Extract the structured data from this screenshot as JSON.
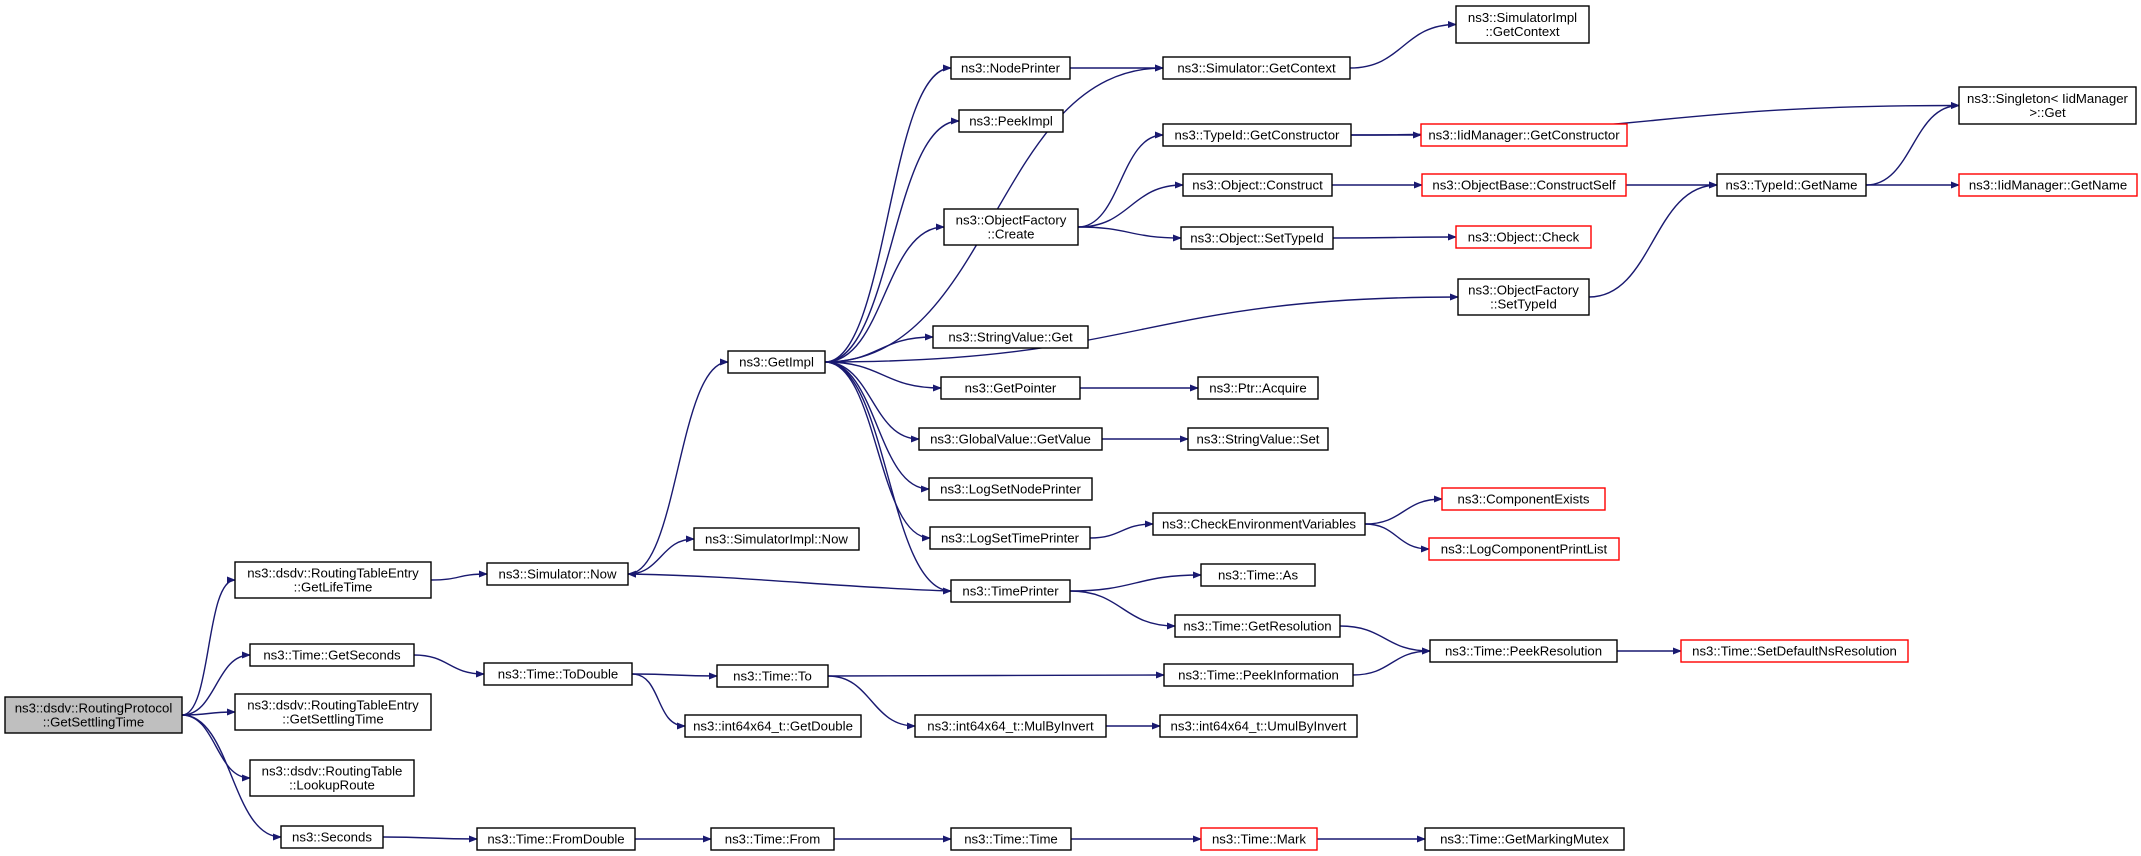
{
  "nodes": {
    "n0": [
      "ns3::dsdv::RoutingProtocol",
      "::GetSettlingTime"
    ],
    "n1": [
      "ns3::dsdv::RoutingTableEntry",
      "::GetLifeTime"
    ],
    "n2": [
      "ns3::Time::GetSeconds"
    ],
    "n3": [
      "ns3::dsdv::RoutingTableEntry",
      "::GetSettlingTime"
    ],
    "n4": [
      "ns3::dsdv::RoutingTable",
      "::LookupRoute"
    ],
    "n5": [
      "ns3::Seconds"
    ],
    "n6": [
      "ns3::Simulator::Now"
    ],
    "n7": [
      "ns3::Time::ToDouble"
    ],
    "n8": [
      "ns3::Time::FromDouble"
    ],
    "n9": [
      "ns3::GetImpl"
    ],
    "n10": [
      "ns3::SimulatorImpl::Now"
    ],
    "n11": [
      "ns3::Time::To"
    ],
    "n12": [
      "ns3::int64x64_t::GetDouble"
    ],
    "n13": [
      "ns3::Time::From"
    ],
    "n14": [
      "ns3::NodePrinter"
    ],
    "n15": [
      "ns3::PeekImpl"
    ],
    "n16": [
      "ns3::ObjectFactory",
      "::Create"
    ],
    "n17": [
      "ns3::StringValue::Get"
    ],
    "n18": [
      "ns3::GetPointer"
    ],
    "n19": [
      "ns3::GlobalValue::GetValue"
    ],
    "n20": [
      "ns3::LogSetNodePrinter"
    ],
    "n21": [
      "ns3::LogSetTimePrinter"
    ],
    "n22": [
      "ns3::TimePrinter"
    ],
    "n23": [
      "ns3::int64x64_t::MulByInvert"
    ],
    "n24": [
      "ns3::Time::Time"
    ],
    "n25": [
      "ns3::Simulator::GetContext"
    ],
    "n26": [
      "ns3::TypeId::GetConstructor"
    ],
    "n27": [
      "ns3::Object::Construct"
    ],
    "n28": [
      "ns3::Object::SetTypeId"
    ],
    "n29": [
      "ns3::ObjectFactory",
      "::SetTypeId"
    ],
    "n30": [
      "ns3::Ptr::Acquire"
    ],
    "n31": [
      "ns3::StringValue::Set"
    ],
    "n32": [
      "ns3::CheckEnvironmentVariables"
    ],
    "n33": [
      "ns3::Time::As"
    ],
    "n34": [
      "ns3::Time::GetResolution"
    ],
    "n35": [
      "ns3::Time::PeekInformation"
    ],
    "n36": [
      "ns3::int64x64_t::UmulByInvert"
    ],
    "n37": [
      "ns3::Time::Mark"
    ],
    "n38": [
      "ns3::SimulatorImpl",
      "::GetContext"
    ],
    "n39": [
      "ns3::IidManager::GetConstructor"
    ],
    "n40": [
      "ns3::ObjectBase::ConstructSelf"
    ],
    "n41": [
      "ns3::Object::Check"
    ],
    "n42": [
      "ns3::ComponentExists"
    ],
    "n43": [
      "ns3::LogComponentPrintList"
    ],
    "n44": [
      "ns3::Time::PeekResolution"
    ],
    "n45": [
      "ns3::Time::GetMarkingMutex"
    ],
    "n46": [
      "ns3::Singleton< IidManager",
      " >::Get"
    ],
    "n47": [
      "ns3::TypeId::GetName"
    ],
    "n48": [
      "ns3::Time::SetDefaultNsResolution"
    ],
    "n49": [
      "ns3::IidManager::GetName"
    ]
  },
  "edges": [
    [
      "n0",
      "n1"
    ],
    [
      "n0",
      "n2"
    ],
    [
      "n0",
      "n3"
    ],
    [
      "n0",
      "n4"
    ],
    [
      "n0",
      "n5"
    ],
    [
      "n1",
      "n6"
    ],
    [
      "n2",
      "n7"
    ],
    [
      "n5",
      "n8"
    ],
    [
      "n6",
      "n9"
    ],
    [
      "n6",
      "n10"
    ],
    [
      "n7",
      "n11"
    ],
    [
      "n7",
      "n12"
    ],
    [
      "n8",
      "n13"
    ],
    [
      "n9",
      "n14"
    ],
    [
      "n9",
      "n15"
    ],
    [
      "n9",
      "n16"
    ],
    [
      "n9",
      "n17"
    ],
    [
      "n9",
      "n18"
    ],
    [
      "n9",
      "n19"
    ],
    [
      "n9",
      "n20"
    ],
    [
      "n9",
      "n21"
    ],
    [
      "n9",
      "n22"
    ],
    [
      "n9",
      "n25"
    ],
    [
      "n9",
      "n29"
    ],
    [
      "n11",
      "n23"
    ],
    [
      "n11",
      "n35"
    ],
    [
      "n13",
      "n24"
    ],
    [
      "n14",
      "n25"
    ],
    [
      "n16",
      "n26"
    ],
    [
      "n16",
      "n27"
    ],
    [
      "n16",
      "n28"
    ],
    [
      "n18",
      "n30"
    ],
    [
      "n19",
      "n31"
    ],
    [
      "n21",
      "n32"
    ],
    [
      "n22",
      "n6"
    ],
    [
      "n22",
      "n33"
    ],
    [
      "n22",
      "n34"
    ],
    [
      "n23",
      "n36"
    ],
    [
      "n24",
      "n37"
    ],
    [
      "n25",
      "n38"
    ],
    [
      "n26",
      "n39"
    ],
    [
      "n26",
      "n46"
    ],
    [
      "n27",
      "n40"
    ],
    [
      "n28",
      "n41"
    ],
    [
      "n29",
      "n47"
    ],
    [
      "n32",
      "n42"
    ],
    [
      "n32",
      "n43"
    ],
    [
      "n34",
      "n44"
    ],
    [
      "n35",
      "n44"
    ],
    [
      "n37",
      "n45"
    ],
    [
      "n40",
      "n47"
    ],
    [
      "n44",
      "n48"
    ],
    [
      "n47",
      "n46"
    ],
    [
      "n47",
      "n49"
    ]
  ]
}
